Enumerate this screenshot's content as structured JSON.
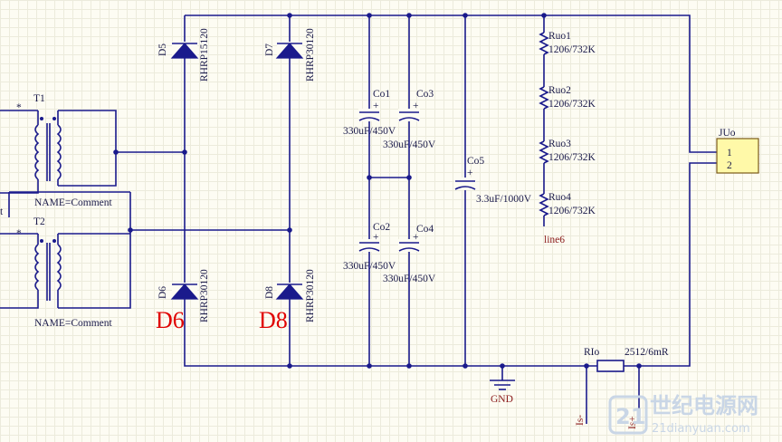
{
  "labels": {
    "t1": "T1",
    "t2": "T2",
    "name1": "NAME=Comment",
    "name2": "NAME=Comment",
    "left_frag": "t",
    "star": "*",
    "d5": "D5",
    "d5_part": "RHRP15120",
    "d7": "D7",
    "d7_part": "RHRP30120",
    "d6": "D6",
    "d6_part": "RHRP30120",
    "d8": "D8",
    "d8_part": "RHRP30120",
    "d6_big": "D6",
    "d8_big": "D8",
    "co1": "Co1",
    "co1_val": "330uF/450V",
    "co3": "Co3",
    "co3_val": "330uF/450V",
    "co2": "Co2",
    "co2_val": "330uF/450V",
    "co4": "Co4",
    "co4_val": "330uF/450V",
    "co5": "Co5",
    "co5_val": "3.3uF/1000V",
    "ruo1": "Ruo1",
    "ruo1_val": "1206/732K",
    "ruo2": "Ruo2",
    "ruo2_val": "1206/732K",
    "ruo3": "Ruo3",
    "ruo3_val": "1206/732K",
    "ruo4": "Ruo4",
    "ruo4_val": "1206/732K",
    "line6": "line6",
    "juo": "JUo",
    "pin1": "1",
    "pin2": "2",
    "gnd": "GND",
    "rio": "RIo",
    "rio_val": "2512/6mR",
    "is_minus": "Is-",
    "is_plus": "Is+",
    "plus": "+"
  },
  "watermark": {
    "cn": "世纪电源网",
    "url": "21dianyuan.com",
    "logo": "21"
  }
}
